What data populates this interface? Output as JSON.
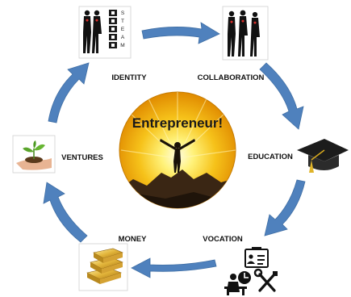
{
  "center": {
    "title": "Entrepreneur!"
  },
  "cycle": {
    "identity": "IDENTITY",
    "collaboration": "COLLABORATION",
    "education": "EDUCATION",
    "vocation": "VOCATION",
    "money": "MONEY",
    "ventures": "VENTURES"
  },
  "steam": [
    "S",
    "T",
    "E",
    "A",
    "M"
  ],
  "colors": {
    "arrow": "#4f81bd",
    "sun_core": "#fff6a0",
    "sun_outer": "#f0a500",
    "mountain": "#3a2a1a"
  }
}
